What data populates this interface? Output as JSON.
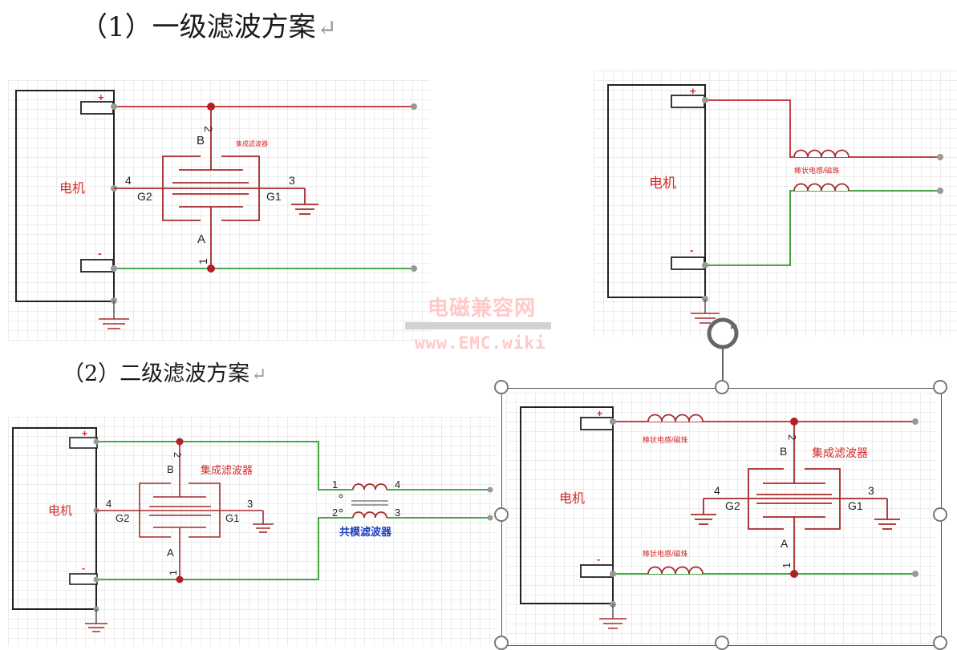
{
  "headings": {
    "scheme1": "（1）一级滤波方案",
    "scheme2": "（2）二级滤波方案",
    "return_mark": "↵"
  },
  "watermark": {
    "site_name": "电磁兼容网",
    "url": "www.EMC.wiki"
  },
  "labels": {
    "motor": "电机",
    "plus": "+",
    "minus": "-",
    "integrated_filter": "集成滤波器",
    "bead": "棒状电感/磁珠",
    "cm_filter": "共模滤波器",
    "pin1": "1",
    "pin2": "2",
    "pin3": "3",
    "pin4": "4",
    "pinA": "A",
    "pinB": "B",
    "g1": "G1",
    "g2": "G2"
  },
  "colors": {
    "positive_wire": "#c0282d",
    "negative_wire": "#2e9b2e",
    "component": "#a82a2a",
    "label_red": "#d42a2a",
    "label_blue": "#1f3fbf"
  }
}
